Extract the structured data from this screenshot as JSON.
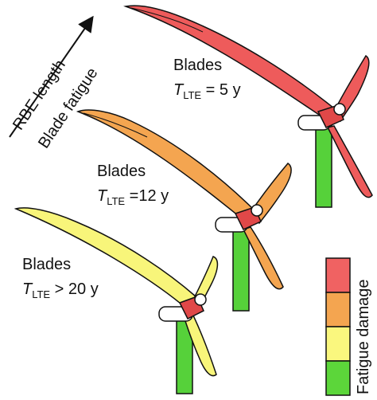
{
  "axis": {
    "label_1": "RBE length",
    "label_2": "Blade fatigue"
  },
  "turbines": [
    {
      "blades_label": "Blades",
      "t_symbol": "T",
      "t_sub": "LTE",
      "t_value": " = 5 y",
      "damage_level": "high",
      "blade_color": "#ee5b5b"
    },
    {
      "blades_label": "Blades",
      "t_symbol": "T",
      "t_sub": "LTE",
      "t_value": " =12 y",
      "damage_level": "medium-high",
      "blade_color": "#f4a550"
    },
    {
      "blades_label": "Blades",
      "t_symbol": "T",
      "t_sub": "LTE",
      "t_value": " > 20 y",
      "damage_level": "medium-low",
      "blade_color": "#f8f57a"
    }
  ],
  "colors": {
    "tower": "#56d13a",
    "hub": "#e04848",
    "red": "#f06262",
    "orange": "#f4a550",
    "yellow": "#faf77e",
    "green": "#5cd63a"
  },
  "legend": {
    "title": "Fatigue damage",
    "levels": [
      "red",
      "orange",
      "yellow",
      "green"
    ]
  }
}
